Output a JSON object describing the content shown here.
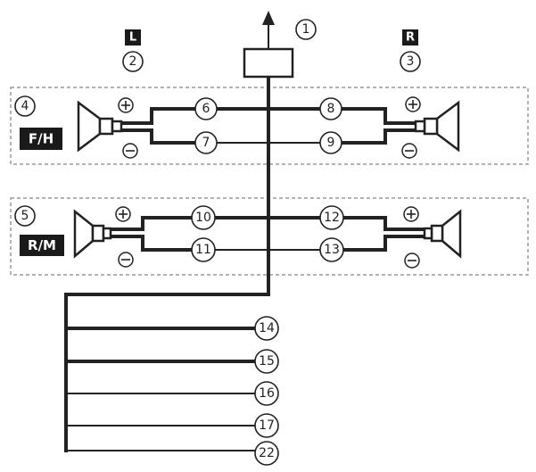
{
  "badges": {
    "left": "L",
    "right": "R",
    "front_high": "F/H",
    "rear_mid": "R/M"
  },
  "labels": {
    "c1": "1",
    "c2": "2",
    "c3": "3",
    "c4": "4",
    "c5": "5",
    "c6": "6",
    "c7": "7",
    "c8": "8",
    "c9": "9",
    "c10": "10",
    "c11": "11",
    "c12": "12",
    "c13": "13",
    "c14": "14",
    "c15": "15",
    "c16": "16",
    "c17": "17",
    "c22": "22"
  },
  "icons": {
    "arrow": "up-arrow-icon",
    "speaker": "speaker-icon",
    "plus": "plus-circle-icon",
    "minus": "minus-circle-icon"
  },
  "colors": {
    "line": "#222222",
    "frame": "#9a9a9a",
    "badge": "#1a1a1a"
  }
}
